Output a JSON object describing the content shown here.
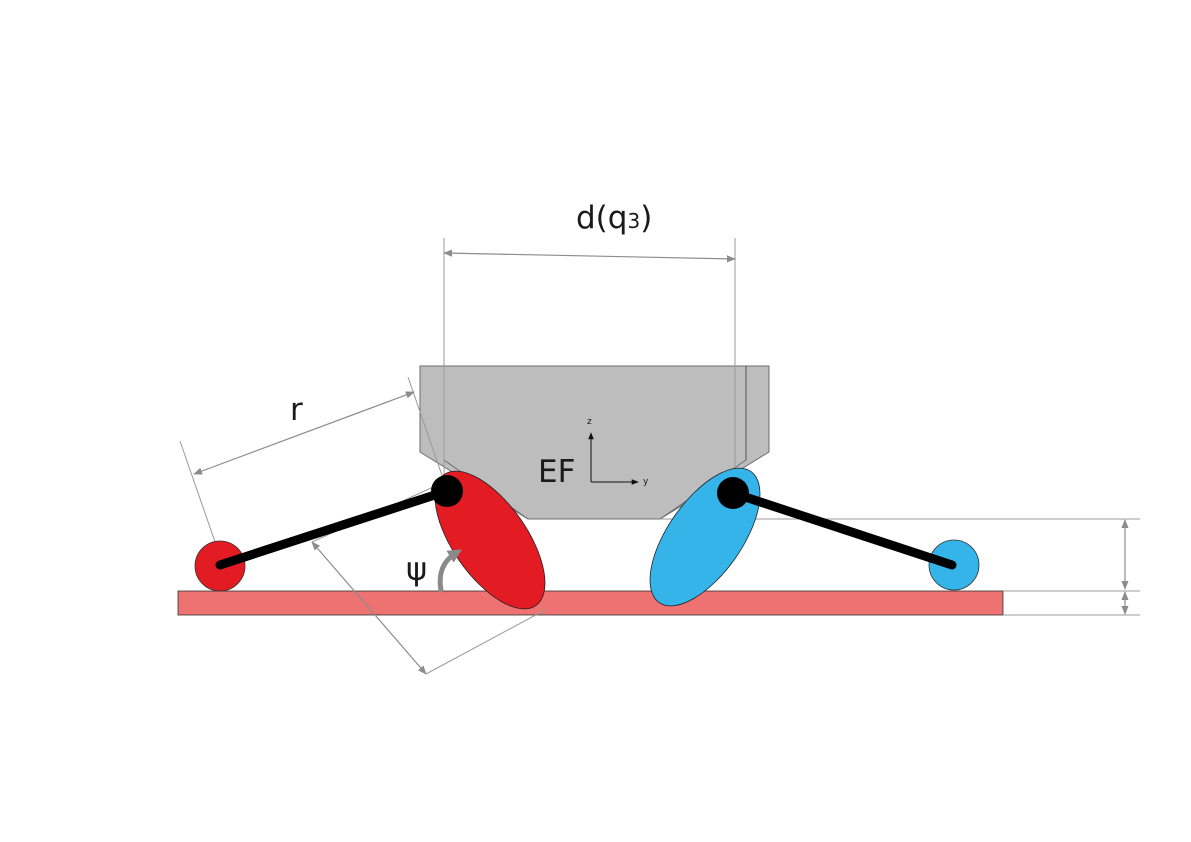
{
  "labels": {
    "distance": "d(q",
    "distance_sub": "3",
    "distance_close": ")",
    "radius": "r",
    "angle": "ψ",
    "frame": "EF",
    "axis_z": "z",
    "axis_y": "y"
  },
  "colors": {
    "ground": "#ee7272",
    "housing": "#bdbdbd",
    "left_link": "#e31b23",
    "right_link": "#35b4e9",
    "rod": "#000000",
    "dimension": "#8c8c8c",
    "angle_arrow": "#8a8a8a"
  }
}
